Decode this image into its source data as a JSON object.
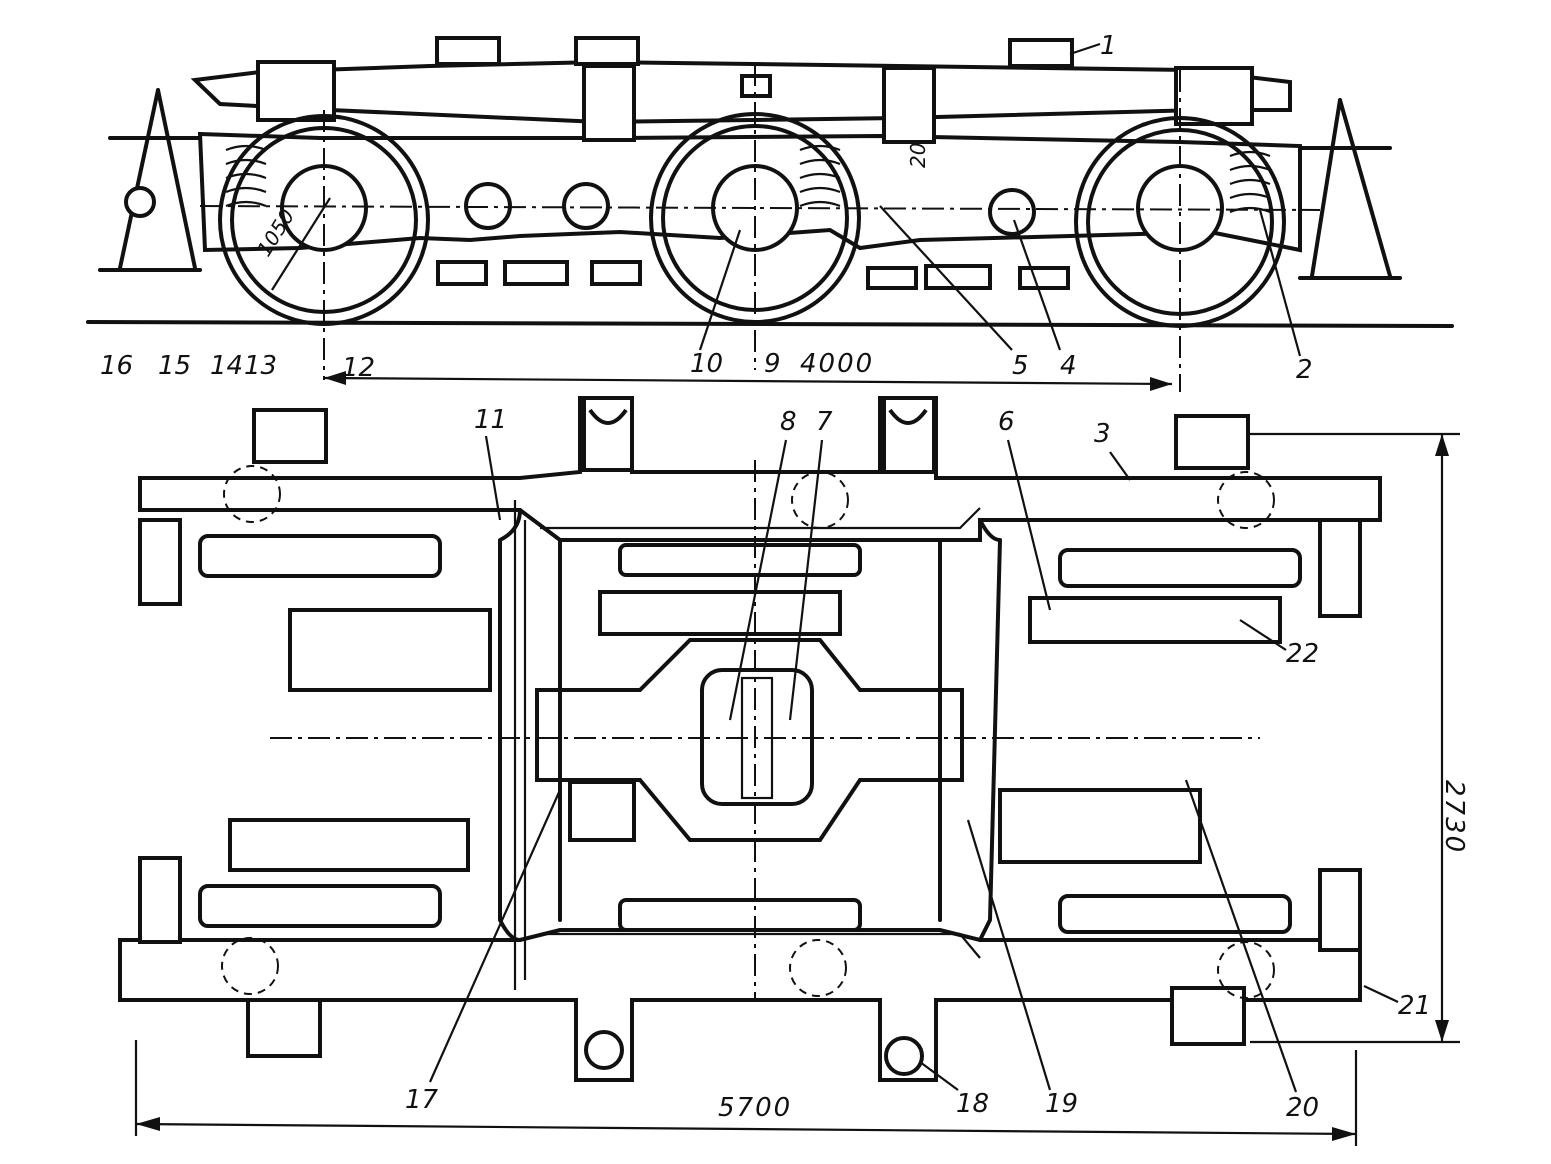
{
  "callouts": {
    "c1": "1",
    "c2": "2",
    "c3": "3",
    "c4": "4",
    "c5": "5",
    "c6": "6",
    "c7": "7",
    "c8": "8",
    "c9": "9",
    "c10": "10",
    "c11": "11",
    "c12": "12",
    "c13": "13",
    "c14": "14",
    "c15": "15",
    "c16": "16",
    "c17": "17",
    "c18": "18",
    "c19": "19",
    "c20": "20",
    "c21": "21",
    "c22": "22"
  },
  "dimensions": {
    "wheelbase": "4000",
    "overall_length": "5700",
    "overall_width": "2730",
    "wheel_diameter": "1050",
    "spring_gap": "20"
  }
}
